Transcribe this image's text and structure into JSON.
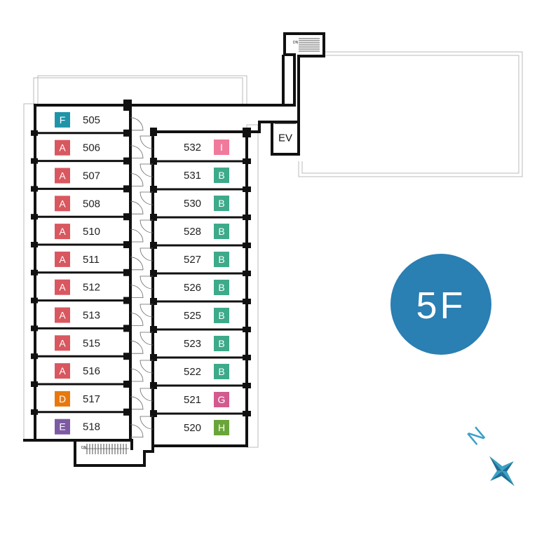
{
  "floor": {
    "label": "5F",
    "badge_color": "#2a7fb3"
  },
  "elevator": {
    "label": "EV"
  },
  "stairs": {
    "label": "DN"
  },
  "compass": {
    "north_label": "N",
    "color": "#3aa0c8"
  },
  "unit_types": {
    "A": "#d9575f",
    "B": "#3daa8a",
    "D": "#e8780e",
    "E": "#7e5aa3",
    "F": "#1f94a8",
    "G": "#d25a8e",
    "H": "#6aa53a",
    "I": "#f07a9b"
  },
  "west_rooms": [
    {
      "number": "505",
      "type": "F"
    },
    {
      "number": "506",
      "type": "A"
    },
    {
      "number": "507",
      "type": "A"
    },
    {
      "number": "508",
      "type": "A"
    },
    {
      "number": "510",
      "type": "A"
    },
    {
      "number": "511",
      "type": "A"
    },
    {
      "number": "512",
      "type": "A"
    },
    {
      "number": "513",
      "type": "A"
    },
    {
      "number": "515",
      "type": "A"
    },
    {
      "number": "516",
      "type": "A"
    },
    {
      "number": "517",
      "type": "D"
    },
    {
      "number": "518",
      "type": "E"
    }
  ],
  "east_rooms": [
    {
      "number": "532",
      "type": "I"
    },
    {
      "number": "531",
      "type": "B"
    },
    {
      "number": "530",
      "type": "B"
    },
    {
      "number": "528",
      "type": "B"
    },
    {
      "number": "527",
      "type": "B"
    },
    {
      "number": "526",
      "type": "B"
    },
    {
      "number": "525",
      "type": "B"
    },
    {
      "number": "523",
      "type": "B"
    },
    {
      "number": "522",
      "type": "B"
    },
    {
      "number": "521",
      "type": "G"
    },
    {
      "number": "520",
      "type": "H"
    }
  ]
}
